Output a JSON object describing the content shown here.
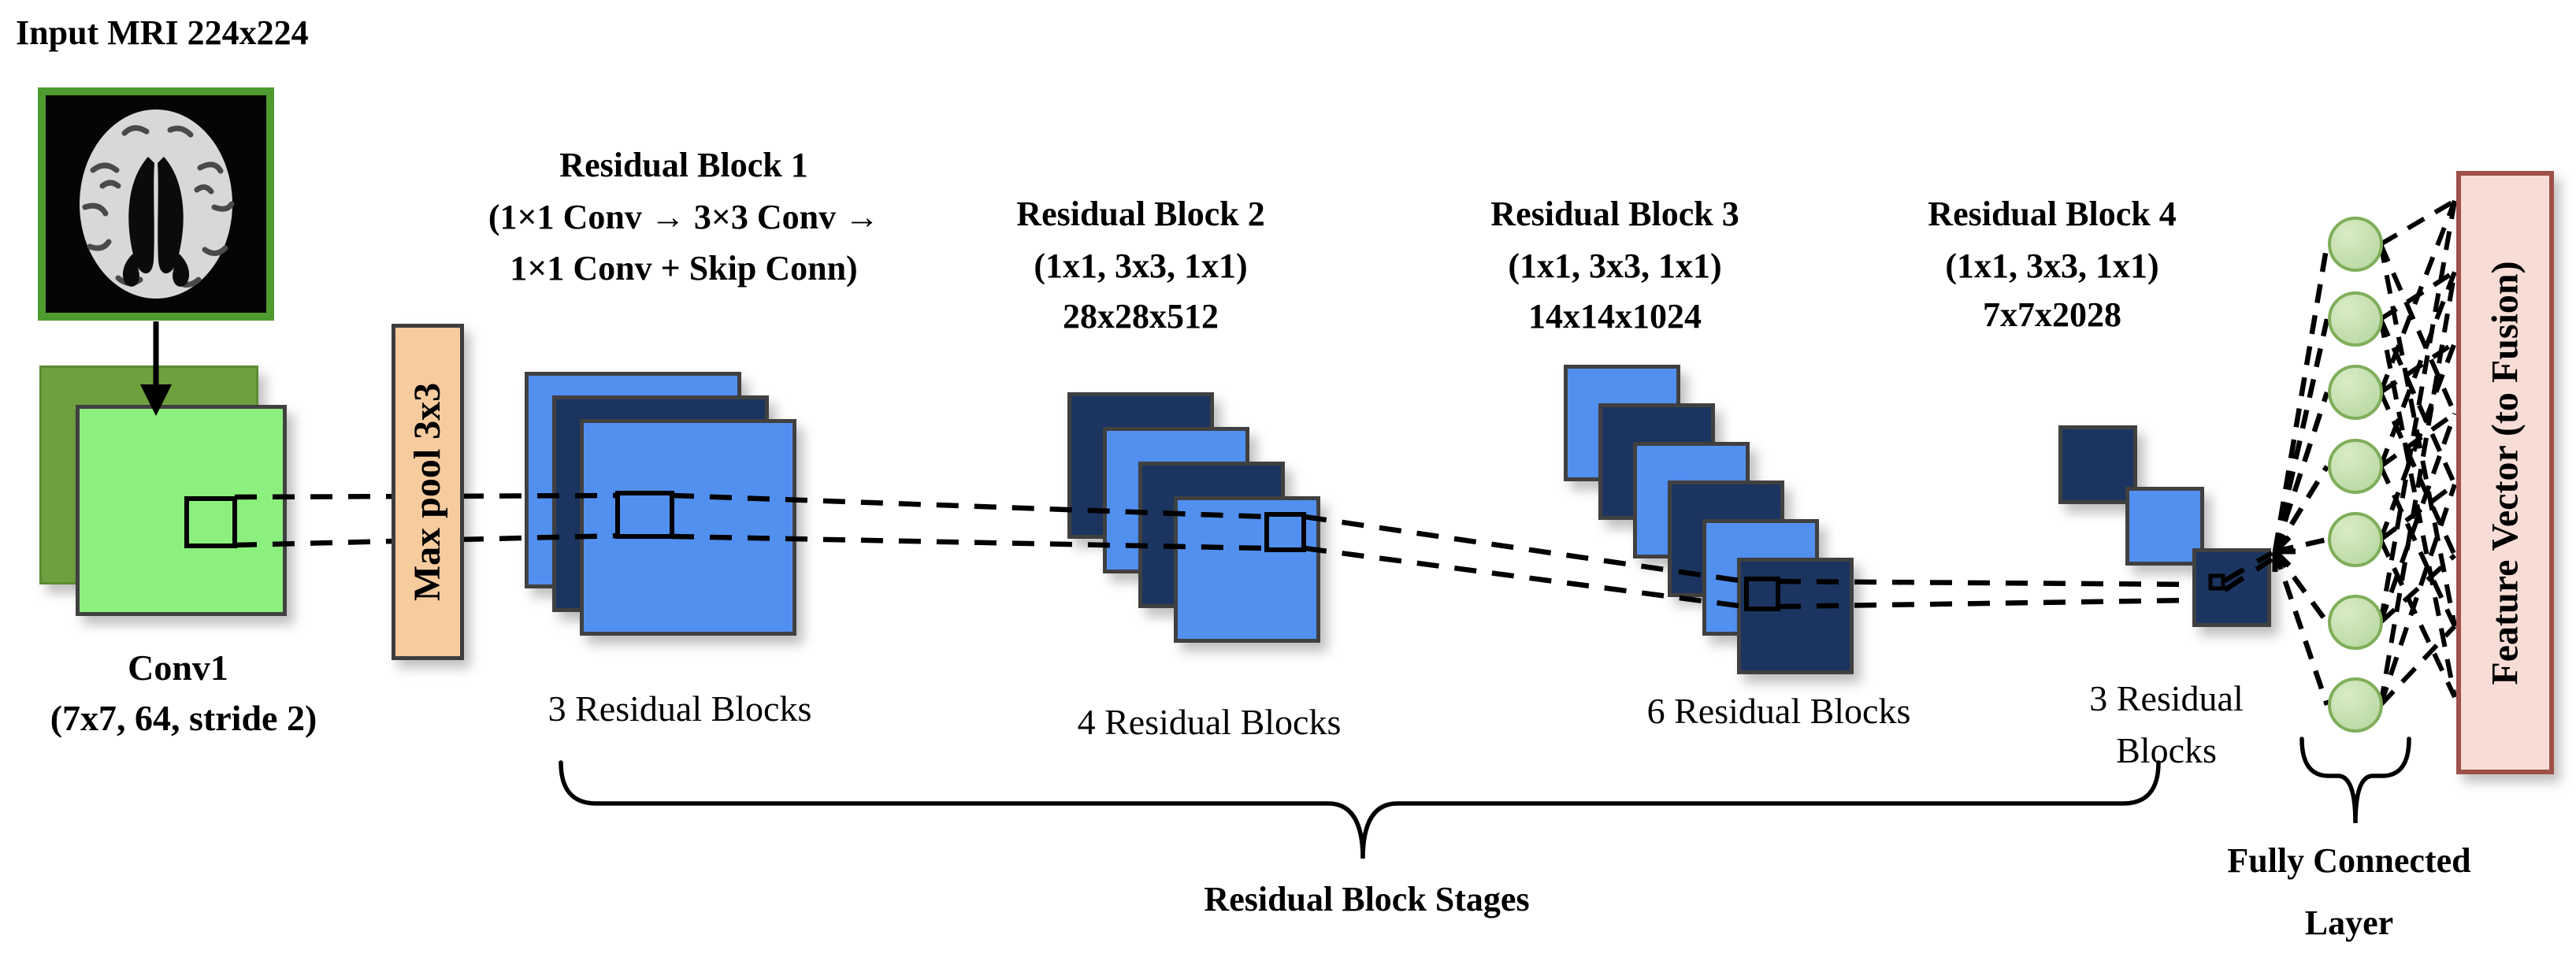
{
  "title": "Input MRI 224x224",
  "conv1": {
    "label": "Conv1",
    "sublabel": "(7x7, 64, stride 2)"
  },
  "maxpool": {
    "label": "Max pool 3x3"
  },
  "stages": [
    {
      "header_lines": [
        "Residual Block 1",
        "(1×1 Conv → 3×3 Conv →",
        "1×1 Conv + Skip Conn)"
      ],
      "count_lines": [
        "3 Residual Blocks"
      ],
      "layers": 3
    },
    {
      "header_lines": [
        "Residual Block 2",
        "(1x1, 3x3, 1x1)",
        "28x28x512"
      ],
      "count_lines": [
        "4 Residual Blocks"
      ],
      "layers": 4
    },
    {
      "header_lines": [
        "Residual Block 3",
        "(1x1, 3x3, 1x1)",
        "14x14x1024"
      ],
      "count_lines": [
        "6 Residual Blocks"
      ],
      "layers": 6
    },
    {
      "header_lines": [
        "Residual Block 4",
        "(1x1, 3x3, 1x1)",
        "7x7x2028"
      ],
      "count_lines": [
        "3 Residual",
        "Blocks"
      ],
      "layers": 3
    }
  ],
  "brace_label": "Residual Block Stages",
  "fully_connected": {
    "label_lines": [
      "Fully Connected",
      "Layer"
    ],
    "neuron_count": 7
  },
  "feature_vector": {
    "label": "Feature Vector (to Fusion)"
  },
  "colors": {
    "light_green": "#8cf07e",
    "dark_green": "#6f9f3f",
    "brain_border_green": "#4f9c2e",
    "tan": "#f6cb9e",
    "light_blue": "#5290f0",
    "dark_navy": "#1b3560",
    "neuron_fill": "#b9d8a2",
    "neuron_border": "#7fae5a",
    "pink_fill": "#f8ddd6",
    "pink_border": "#9e5148",
    "square_border": "#404040",
    "line_color": "#000000"
  }
}
